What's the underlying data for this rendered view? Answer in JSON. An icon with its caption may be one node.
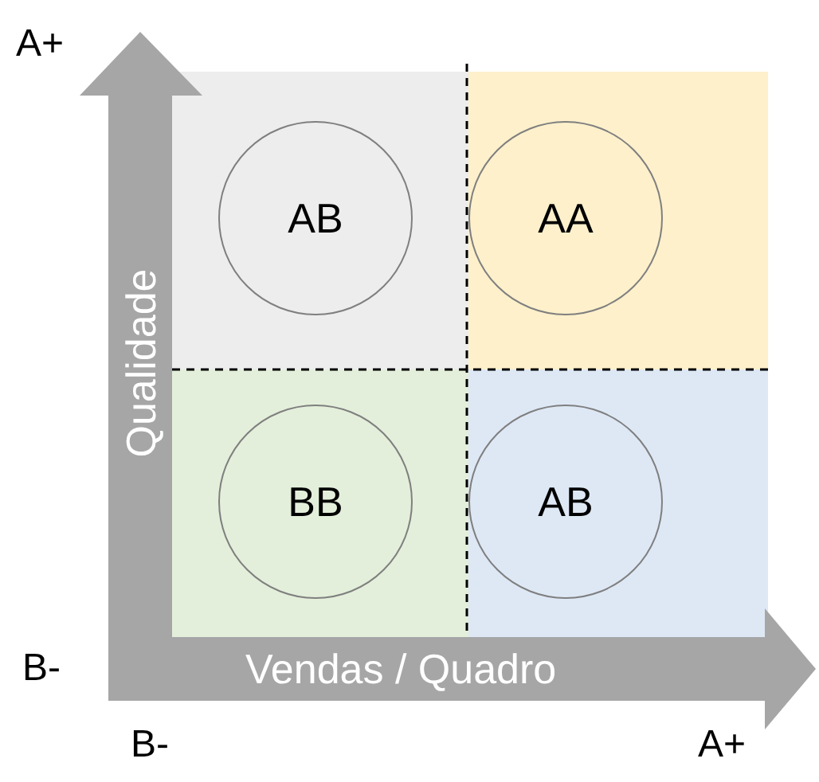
{
  "diagram": {
    "nodes": [
      {
        "text": [
          "AB"
        ]
      },
      {
        "text": [
          "AA"
        ]
      },
      {
        "text": [
          "BB"
        ]
      },
      {
        "text": [
          "AB"
        ]
      }
    ],
    "labels": [
      "A+",
      "Qualidade",
      "B-",
      "Vendas / Quadro",
      "B-",
      "A+"
    ]
  }
}
